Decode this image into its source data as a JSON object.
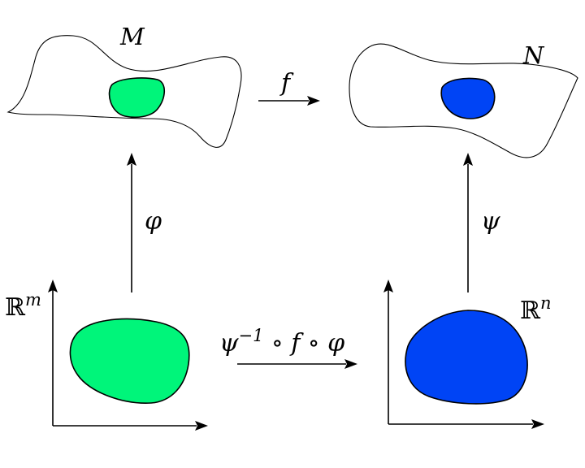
{
  "labels": {
    "M": "M",
    "N": "N",
    "f": "f",
    "phi": "φ",
    "psi": "ψ",
    "Rm": "ℝ",
    "Rm_exp": "m",
    "Rn": "ℝ",
    "Rn_exp": "n",
    "composite": "ψ",
    "composite_exp": "−1",
    "composite_rest": " ∘ f ∘ φ"
  },
  "colors": {
    "green": "#00f57a",
    "blue": "#0044f5",
    "stroke": "#000000"
  }
}
